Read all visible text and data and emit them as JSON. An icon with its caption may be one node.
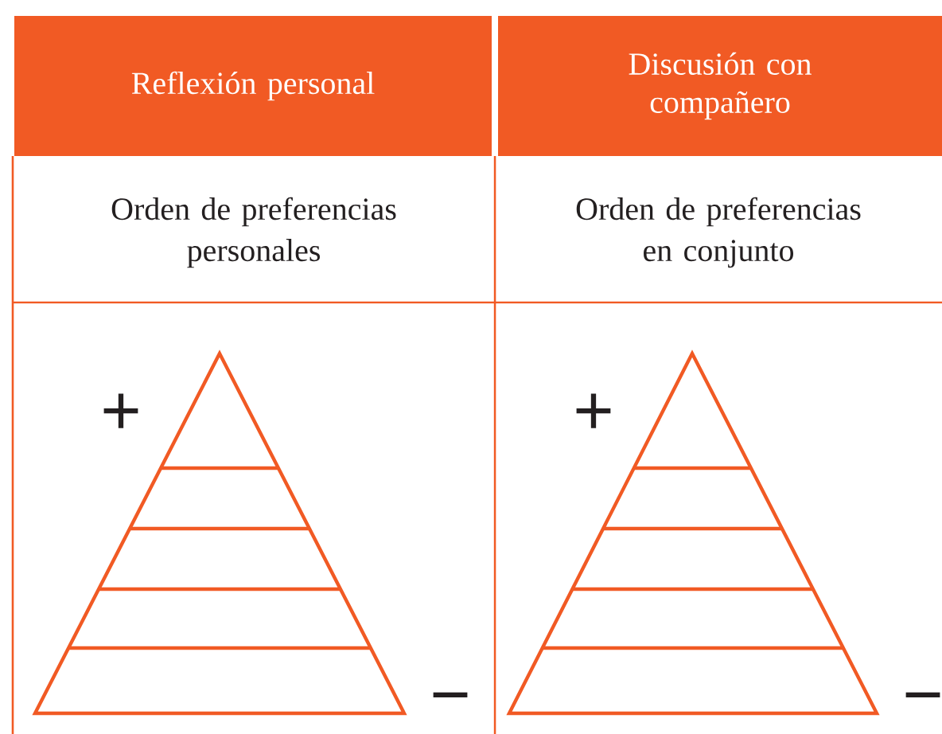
{
  "diagram": {
    "labels": [
      "Reflexión personal",
      "Discusión con compañero",
      "Orden de preferencias personales",
      "Orden de preferencias en conjunto",
      "+",
      "−",
      "+",
      "−"
    ]
  }
}
